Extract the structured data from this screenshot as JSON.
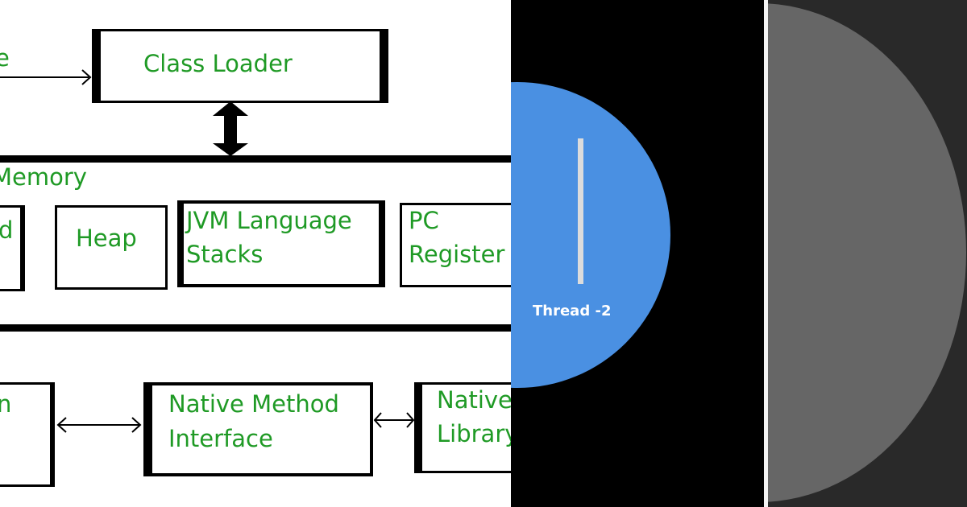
{
  "diagram": {
    "partial_left_label": "e",
    "class_loader": "Class Loader",
    "memory_label": "Memory",
    "method_area_partial": "d",
    "heap": "Heap",
    "jvm_stacks": [
      "JVM Language",
      "Stacks"
    ],
    "pc_register": [
      "PC",
      "Register"
    ],
    "execution_engine_partial": "n",
    "native_interface": [
      "Native Method",
      "Interface"
    ],
    "native_library": [
      "Native",
      "Library"
    ],
    "text_color": "#1f9a25"
  },
  "thread_panel": {
    "label": "Thread -2",
    "circle_color": "#4a90e2",
    "background": "#000000"
  },
  "right_panel": {
    "background": "#292929",
    "shape_color": "#666666"
  }
}
